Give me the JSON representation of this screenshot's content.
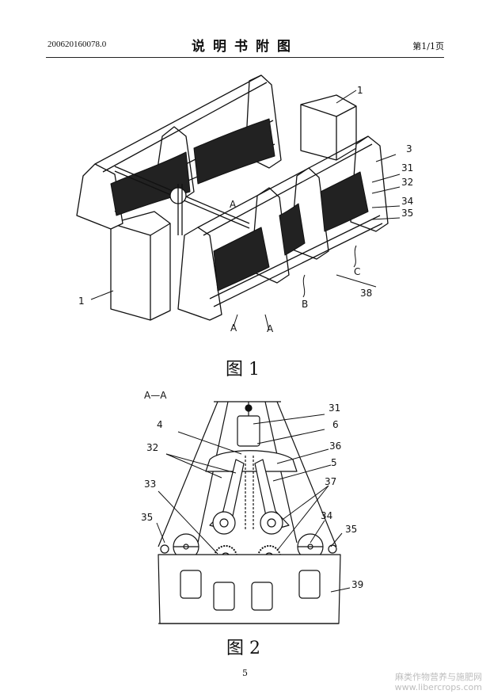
{
  "header": {
    "doc_number": "200620160078.0",
    "title": "说明书附图",
    "page_label": "第1/1页"
  },
  "figure1": {
    "caption": "图 1",
    "labels": [
      "1",
      "3",
      "31",
      "32",
      "34",
      "35",
      "C",
      "38",
      "B",
      "A",
      "A",
      "A",
      "1"
    ]
  },
  "figure2": {
    "caption": "图 2",
    "section_label": "A—A",
    "labels": [
      "31",
      "6",
      "4",
      "36",
      "32",
      "5",
      "33",
      "37",
      "35",
      "34",
      "35",
      "39"
    ]
  },
  "footer": {
    "page_number": "5",
    "watermark_line1": "麻类作物营养与施肥网",
    "watermark_line2": "www.libercrops.com"
  }
}
